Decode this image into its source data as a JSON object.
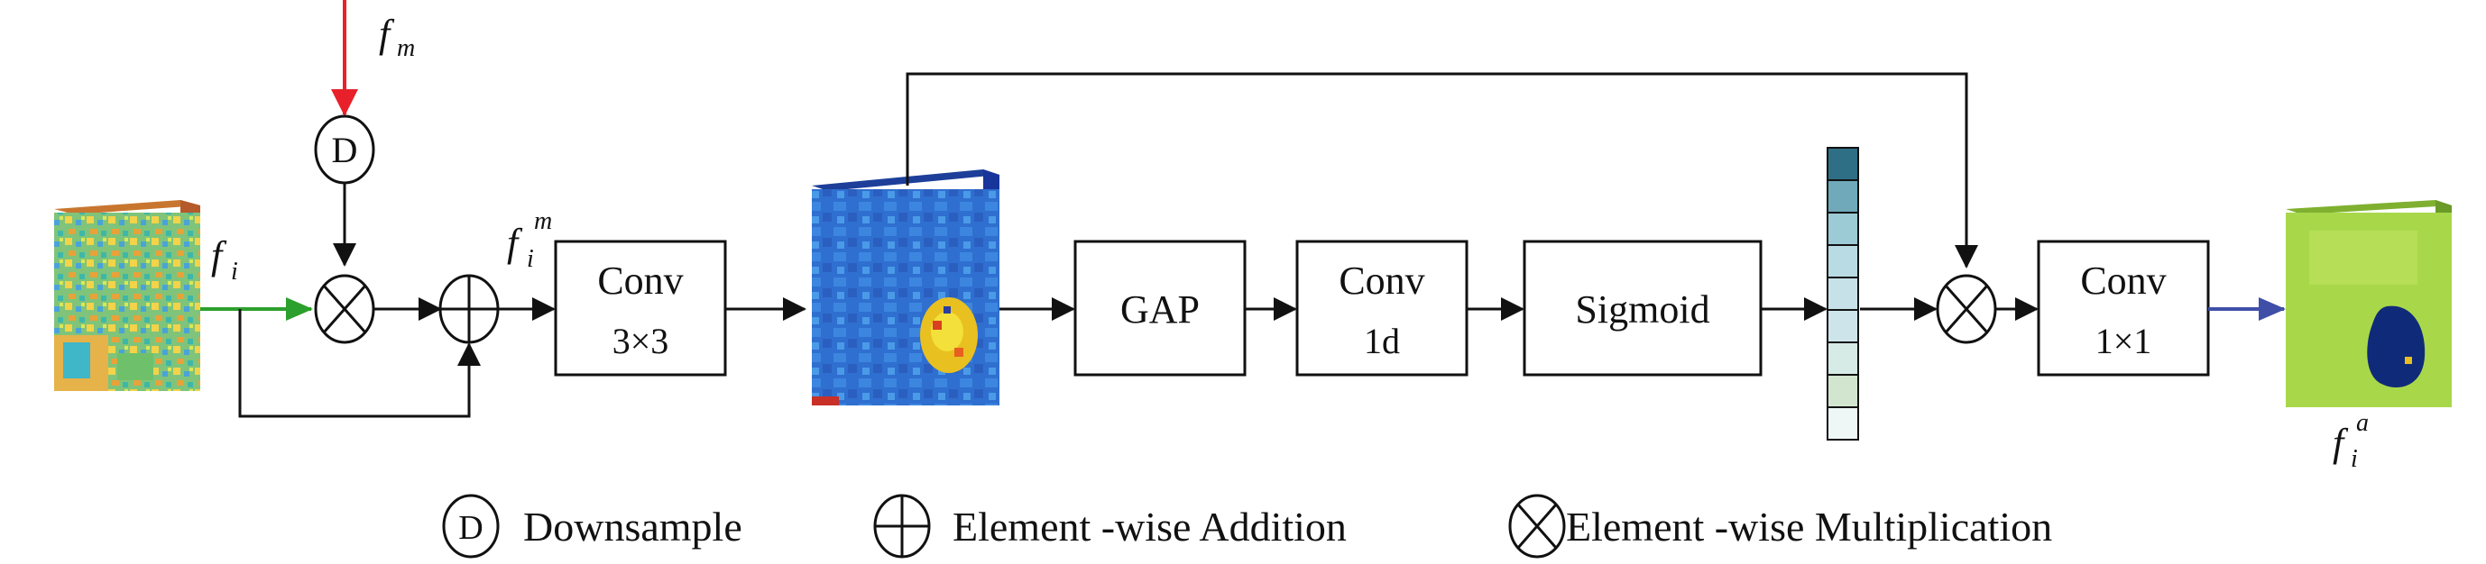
{
  "labels": {
    "f_m": {
      "base": "f",
      "sub": "m"
    },
    "f_i": {
      "base": "f",
      "sub": "i"
    },
    "f_i_m": {
      "base": "f",
      "sub": "i",
      "sup": "m"
    },
    "f_i_a": {
      "base": "f",
      "sub": "i",
      "sup": "a"
    }
  },
  "ops": {
    "downsample_symbol": "D"
  },
  "blocks": {
    "conv3": {
      "line1": "Conv",
      "line2": "3×3"
    },
    "gap": {
      "line1": "GAP"
    },
    "conv1d": {
      "line1": "Conv",
      "line2": "1d"
    },
    "sigmoid": {
      "line1": "Sigmoid"
    },
    "conv1": {
      "line1": "Conv",
      "line2": "1×1"
    }
  },
  "legend": {
    "downsample_symbol": "D",
    "downsample": "Downsample",
    "addition": "Element -wise Addition",
    "multiplication": "Element -wise Multiplication"
  },
  "colors": {
    "input_arrow": "#2ca02c",
    "downsample_arrow": "#e8202a",
    "output_arrow": "#3f4fa8",
    "vector_top": "#2f6f86",
    "vector_cells": [
      "#6fa9ba",
      "#9ccbd6",
      "#b9dbe3",
      "#c6e2e8",
      "#cde5ea",
      "#d6eae6",
      "#d2e6cf",
      "#eef6f6"
    ]
  }
}
